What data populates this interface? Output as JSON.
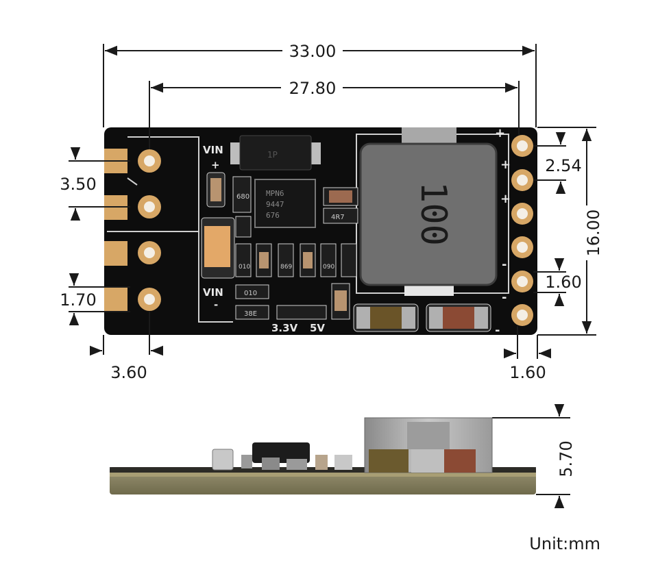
{
  "dimensions": {
    "overall_length": "33.00",
    "pad_span": "27.80",
    "height": "16.00",
    "pin_pitch": "2.54",
    "pad_pitch": "3.50",
    "pad_width": "1.70",
    "pad_offset": "3.60",
    "header_pad": "1.60",
    "edge_margin": "1.60",
    "thickness": "5.70"
  },
  "board": {
    "vin_plus": "VIN",
    "vin_minus": "VIN",
    "plus_sign": "+",
    "minus_sign": "-",
    "opt_3v3": "3.3V",
    "opt_5v": "5V",
    "ic_line1": "MPN6",
    "ic_line2": "9447",
    "ic_line3": "676",
    "inductor_mark": "100",
    "res_4r7": "4R7",
    "res_680": "680",
    "res_010": "010",
    "res_869": "869",
    "res_090": "090",
    "res_010b": "010",
    "res_38e": "38E",
    "diode_mark": "1P"
  },
  "unit_label": "Unit:mm",
  "colors": {
    "pcb": "#0d0d0d",
    "pad_gold": "#d7a766",
    "silkscreen": "#e6e6e6",
    "inductor": "#6f6f6f",
    "dimension_line": "#1a1a1a"
  }
}
